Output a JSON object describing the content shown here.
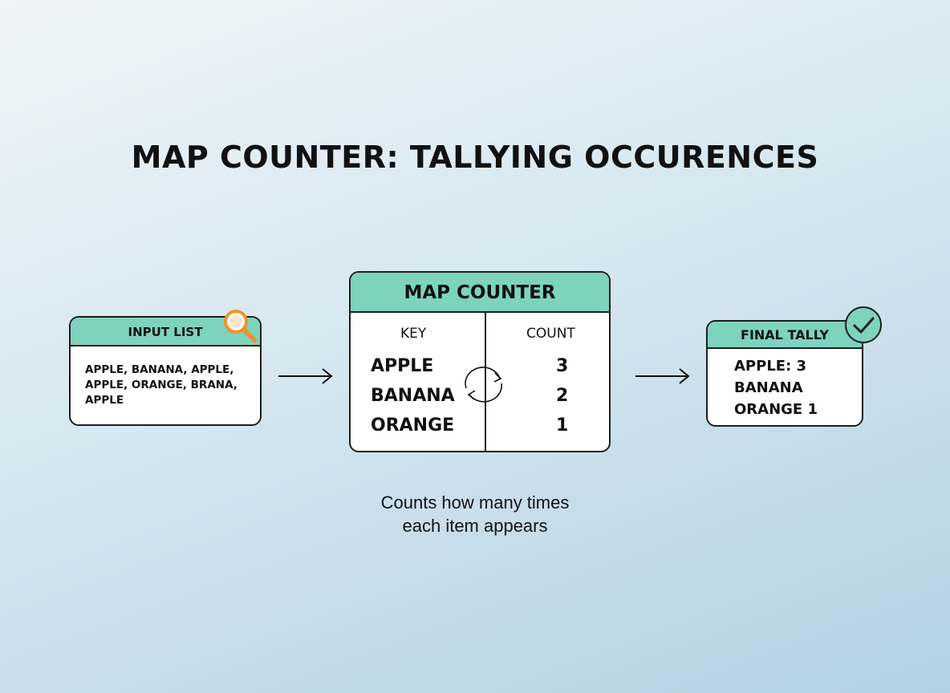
{
  "title": "MAP COUNTER: TALLYING OCCURENCES",
  "input_list": {
    "header": "INPUT LIST",
    "lines": [
      "APPLE, BANANA, APPLE,",
      "APPLE, ORANGE, BRANA,",
      "APPLE"
    ],
    "icon": "magnifier-icon"
  },
  "map_counter": {
    "header": "MAP COUNTER",
    "key_header": "KEY",
    "count_header": "COUNT",
    "rows": [
      {
        "key": "APPLE",
        "count": "3"
      },
      {
        "key": "BANANA",
        "count": "2"
      },
      {
        "key": "ORANGE",
        "count": "1"
      }
    ],
    "icon": "cycle-arrows-icon"
  },
  "final_tally": {
    "header": "FINAL TALLY",
    "lines": [
      "APPLE: 3",
      "BANANA",
      "ORANGE 1"
    ],
    "icon": "check-badge-icon"
  },
  "caption": [
    "Counts how many times",
    "each item appears"
  ],
  "colors": {
    "header_fill": "#7dd3be",
    "magnifier": "#f0922b",
    "outline": "#1e1e1e"
  }
}
